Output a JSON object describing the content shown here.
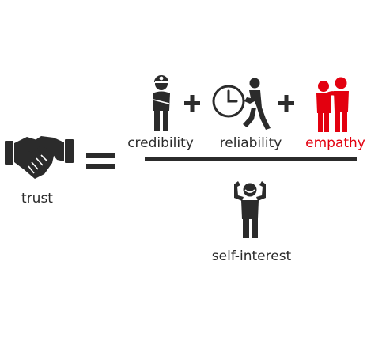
{
  "equation": {
    "left": {
      "label": "trust",
      "icon": "handshake-icon"
    },
    "operator_equals": "=",
    "numerator": {
      "terms": [
        {
          "label": "credibility",
          "icon": "person-helmet-arms-crossed-icon"
        },
        {
          "label": "reliability",
          "icon": "clock-person-icon"
        },
        {
          "label": "empathy",
          "icon": "two-people-embracing-icon"
        }
      ],
      "operator_plus": "+"
    },
    "denominator": {
      "label": "self-interest",
      "icon": "person-flexing-icon"
    }
  },
  "colors": {
    "ink": "#2b2b2b",
    "accent": "#e3000f",
    "background": "#ffffff"
  }
}
